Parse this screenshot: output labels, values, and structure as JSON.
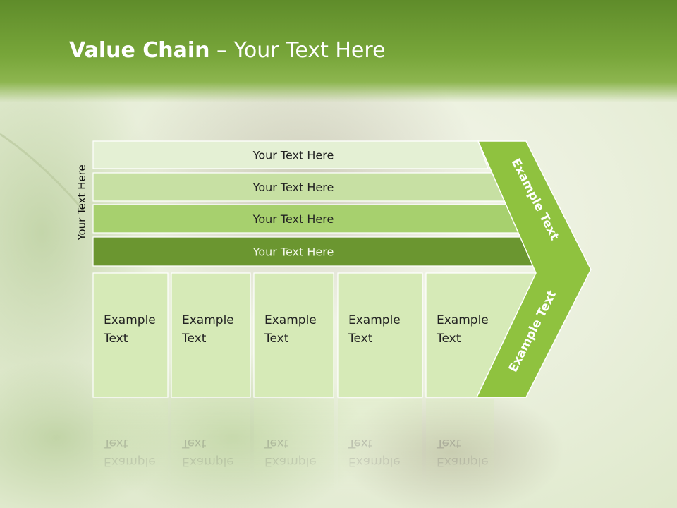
{
  "slide": {
    "title_bold": "Value Chain",
    "title_rest": " – Your Text Here",
    "side_label": "Your Text Here"
  },
  "support_rows": [
    {
      "label": "Your Text Here",
      "fill": "#e4f0d4"
    },
    {
      "label": "Your Text Here",
      "fill": "#c7e0a3"
    },
    {
      "label": "Your Text Here",
      "fill": "#a7d06e"
    },
    {
      "label": "Your Text Here",
      "fill": "#6b9630"
    }
  ],
  "primary_columns": [
    {
      "line1": "Example",
      "line2": "Text"
    },
    {
      "line1": "Example",
      "line2": "Text"
    },
    {
      "line1": "Example",
      "line2": "Text"
    },
    {
      "line1": "Example",
      "line2": "Text"
    },
    {
      "line1": "Example",
      "line2": "Text"
    }
  ],
  "margin": {
    "upper_label": "Example Text",
    "lower_label": "Example Text",
    "fill": "#8fc23f"
  },
  "colors": {
    "column_fill": "#d6eab7",
    "column_stroke": "#ffffff",
    "title_bar": "#6a9a30"
  }
}
